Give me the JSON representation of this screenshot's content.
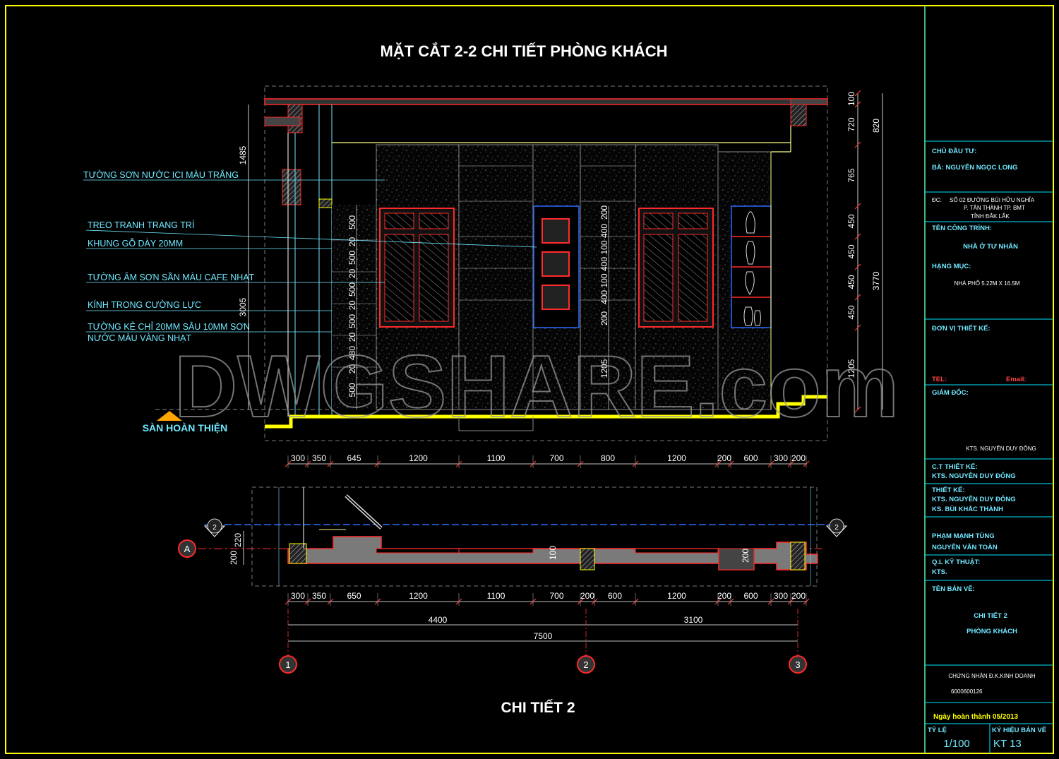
{
  "title_top": "MẶT CẮT  2-2 CHI TIẾT PHÒNG KHÁCH",
  "title_bottom": "CHI TIẾT 2",
  "watermark": "DWGSHARE.com",
  "floor_label": "SÀN HOÀN THIỆN",
  "notes": [
    "TƯỜNG SƠN NƯỚC ICI MÀU TRẮNG",
    "TREO TRANH TRANG TRÍ",
    "KHUNG GỖ DÀY 20MM",
    "TƯỜNG ÂM SƠN SẦN MÀU CAFE NHẠT",
    "KÍNH TRONG CƯỜNG LỰC",
    "TƯỜNG KẺ CHỈ 20MM SÂU 10MM SƠN",
    "NƯỚC MÀU VÀNG NHẠT"
  ],
  "dims": {
    "elev_bottom": [
      "300",
      "350",
      "645",
      "1200",
      "1100",
      "700",
      "800",
      "1200",
      "200",
      "600",
      "300",
      "200"
    ],
    "plan_bottom": [
      "300",
      "350",
      "650",
      "1200",
      "1100",
      "700",
      "200",
      "600",
      "1200",
      "200",
      "600",
      "300",
      "200"
    ],
    "overall_left": "4400",
    "overall_right": "3100",
    "overall_total": "7500",
    "right_side": [
      "100",
      "720",
      "765",
      "450",
      "450",
      "450",
      "450",
      "1205"
    ],
    "right_outer": [
      "820",
      "3770"
    ],
    "left_side": [
      "1485",
      "3005"
    ],
    "left_stack": [
      "500",
      "20",
      "500",
      "20",
      "500",
      "20",
      "500",
      "20",
      "480",
      "20",
      "500"
    ],
    "center_stack": [
      "200",
      "400",
      "100",
      "400",
      "100",
      "400",
      "200",
      "1205"
    ],
    "plan_left": [
      "220",
      "200"
    ],
    "plan_mid": "100",
    "plan_right": "200"
  },
  "grid_labels": [
    "1",
    "2",
    "3"
  ],
  "axis_label": "A",
  "section_marks": [
    "2",
    "2"
  ],
  "title_block": {
    "owner_label": "CHỦ ĐẦU TƯ:",
    "owner": "BÀ: NGUYỄN  NGỌC LONG",
    "address_label": "ĐC:",
    "address_lines": [
      "SỐ 02 ĐƯỜNG BÙI HỮU NGHĨA",
      "P. TÂN THÀNH TP. BMT",
      "TỈNH ĐẮK LẮK"
    ],
    "project_label": "TÊN CÔNG TRÌNH:",
    "project": "NHÀ Ở TƯ NHÂN",
    "item_label": "HẠNG MỤC:",
    "item": "NHÀ PHỐ 5.22M  X 16.5M",
    "designer_unit_label": "ĐƠN VỊ THIẾT KẾ:",
    "tel_label": "TEL:",
    "email_label": "Email:",
    "director_label": "GIÁM ĐỐC:",
    "director": "KTS. NGUYỄN DUY ĐÔNG",
    "chief_label": "C.T THIẾT KẾ:",
    "chief": "KTS. NGUYỄN DUY ĐÔNG",
    "design_label": "THIẾT KẾ:",
    "design_lines": [
      "KTS. NGUYỄN DUY ĐÔNG",
      "KS. BÙI KHẮC THÀNH"
    ],
    "draw_lines": [
      "PHẠM MẠNH TÙNG",
      "NGUYỄN VĂN TOÀN"
    ],
    "qc_label": "Q.L KỸ THUẬT:",
    "qc": "KTS.",
    "sheet_name_label": "TÊN BẢN VẼ:",
    "sheet_name_1": "CHI TIẾT 2",
    "sheet_name_2": "PHÒNG KHÁCH",
    "cert_label": "CHỨNG NHẬN Đ.K.KINH DOANH",
    "cert_no": "6000600126",
    "date": "Ngày hoàn thành 05/2013",
    "scale_label": "TỶ LỆ",
    "scale": "1/100",
    "code_label": "KÝ HIỆU BẢN VẼ",
    "code": "KT 13"
  },
  "colors": {
    "frame": "#ffff00",
    "cyan": "#6fe8ff",
    "red": "#ff2a2a",
    "wall": "#8a8a8a"
  }
}
